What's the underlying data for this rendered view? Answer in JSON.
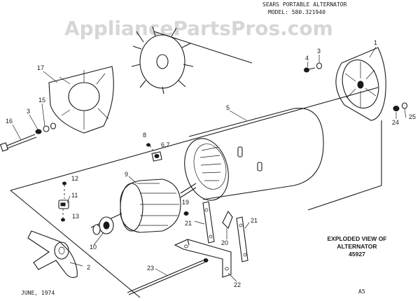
{
  "header": {
    "line1": "SEARS PORTABLE ALTERNATOR",
    "line2": "MODEL: 580.321940"
  },
  "watermark": "AppliancePartsPros.com",
  "caption": {
    "line1": "EXPLODED VIEW OF",
    "line2": "ALTERNATOR",
    "line3": "45927"
  },
  "footer": {
    "date": "JUNE, 1974",
    "code": "A5"
  },
  "callouts": {
    "c1": "1",
    "c2": "2",
    "c3a": "3",
    "c3b": "3",
    "c4": "4",
    "c5": "5",
    "c67": "6,7",
    "c8": "8",
    "c9": "9",
    "c10": "10",
    "c11": "11",
    "c12": "12",
    "c13": "13",
    "c15": "15",
    "c16": "16",
    "c17": "17",
    "c19": "19",
    "c20": "20",
    "c21a": "21",
    "c21b": "21",
    "c22": "22",
    "c23": "23",
    "c24": "24",
    "c25": "25"
  },
  "colors": {
    "ink": "#1a1a1a",
    "paper": "#ffffff",
    "watermark": "#c8c8c8"
  }
}
